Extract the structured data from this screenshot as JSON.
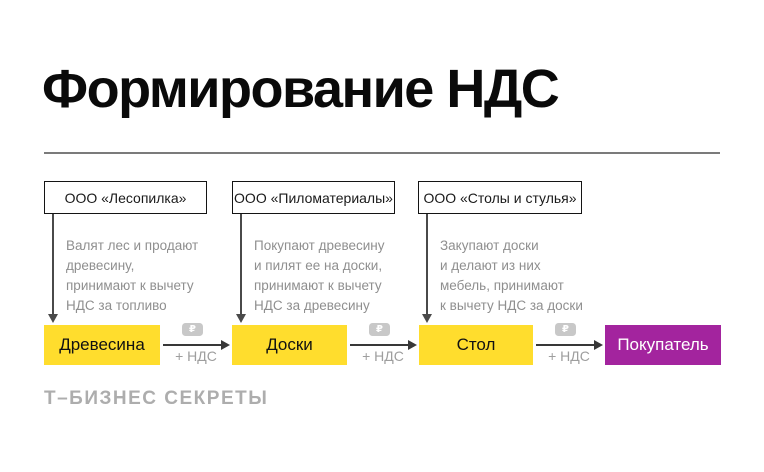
{
  "title": "Формирование НДС",
  "companies": [
    {
      "name": "ООО «Лесопилка»",
      "description": "Валят лес и продают\nдревесину,\nпринимают к вычету\nНДС за топливо",
      "product": "Древесина"
    },
    {
      "name": "ООО «Пиломатериалы»",
      "description": "Покупают древесину\nи пилят ее на доски,\nпринимают к вычету\nНДС за древесину",
      "product": "Доски"
    },
    {
      "name": "ООО «Столы и стулья»",
      "description": "Закупают доски\nи делают из них\nмебель, принимают\nк вычету НДС за доски",
      "product": "Стол"
    }
  ],
  "buyer": "Покупатель",
  "transfer": {
    "vat_label": "+ НДС",
    "currency_symbol": "₽"
  },
  "footer": {
    "logo": "Т–БИЗНЕС СЕКРЕТЫ"
  },
  "colors": {
    "product_bg": "#FFDD2D",
    "buyer_bg": "#A3249E",
    "muted_text": "#8F8F8F",
    "vat_text": "#9E9E9E",
    "arrow": "#4A4A4A",
    "rule": "#7B7B7B",
    "logo_text": "#ADADAD"
  }
}
